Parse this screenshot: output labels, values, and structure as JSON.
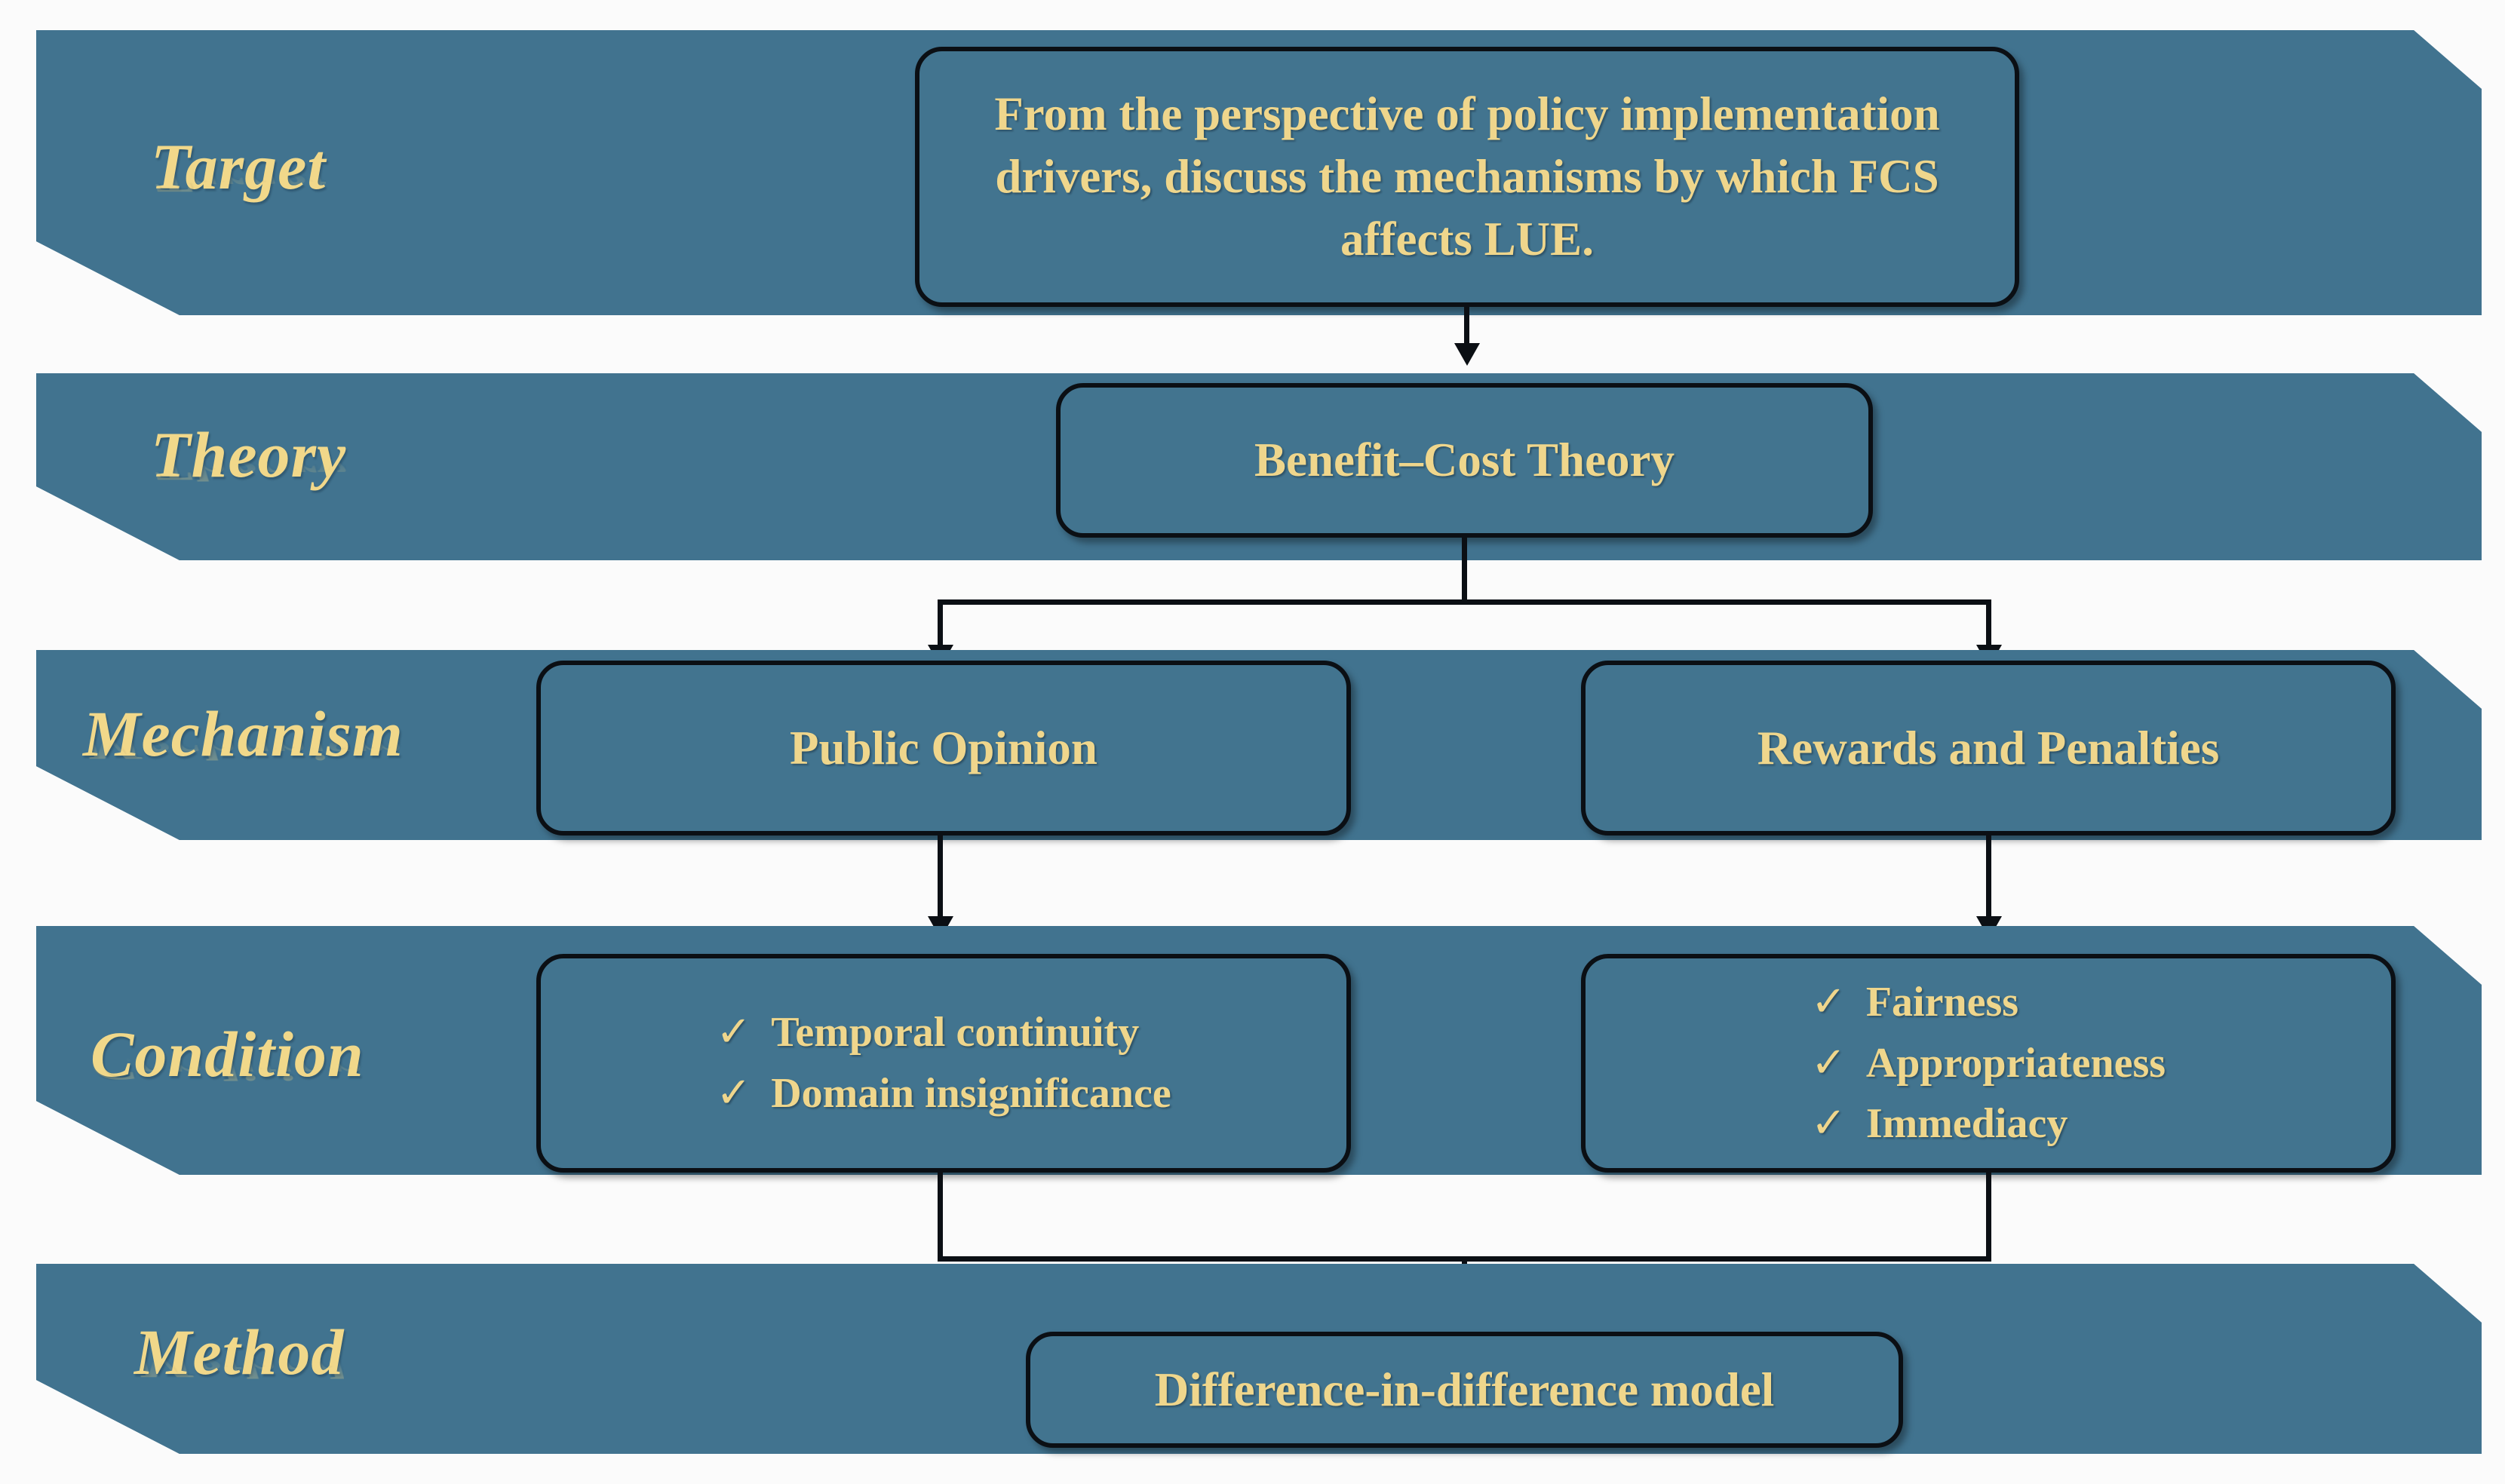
{
  "palette": {
    "banner_blue": "#41738f",
    "box_fill": "#42748f",
    "box_border": "#0b0f14",
    "text_gold": "#efd68c",
    "page_background": "#fbfbfb"
  },
  "rows": [
    {
      "id": "target",
      "label": "Target",
      "nodes": [
        {
          "id": "target-statement",
          "text": "From the perspective of policy implementation drivers, discuss the mechanisms by which FCS affects LUE."
        }
      ]
    },
    {
      "id": "theory",
      "label": "Theory",
      "nodes": [
        {
          "id": "benefit-cost-theory",
          "text": "Benefit–Cost Theory"
        }
      ]
    },
    {
      "id": "mechanism",
      "label": "Mechanism",
      "nodes": [
        {
          "id": "public-opinion",
          "text": "Public Opinion"
        },
        {
          "id": "rewards-and-penalties",
          "text": "Rewards and Penalties"
        }
      ]
    },
    {
      "id": "condition",
      "label": "Condition",
      "nodes": [
        {
          "id": "public-opinion-conditions",
          "check_glyph": "✓",
          "items": [
            "Temporal continuity",
            "Domain insignificance"
          ]
        },
        {
          "id": "rewards-penalties-conditions",
          "check_glyph": "✓",
          "items": [
            "Fairness",
            "Appropriateness",
            "Immediacy"
          ]
        }
      ]
    },
    {
      "id": "method",
      "label": "Method",
      "nodes": [
        {
          "id": "did-model",
          "text": "Difference-in-difference model"
        }
      ]
    }
  ]
}
